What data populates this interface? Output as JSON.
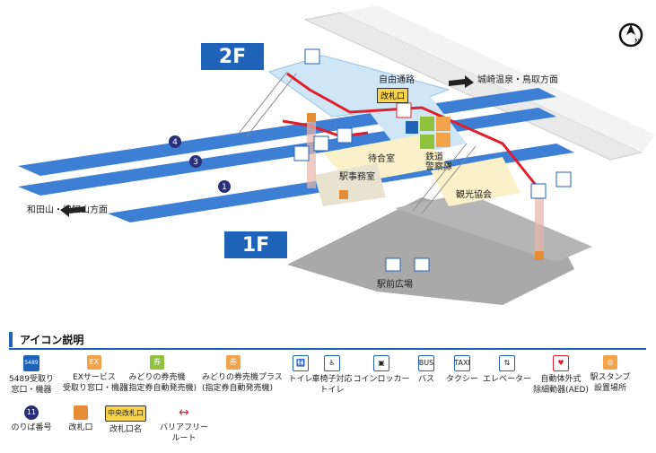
{
  "floors": {
    "upper": "2F",
    "lower": "1F"
  },
  "directions": {
    "east": "城崎温泉・鳥取方面",
    "west": "和田山・福知山方面"
  },
  "places": {
    "free_passage": "自由通路",
    "waiting_room": "待合室",
    "station_office": "駅事務室",
    "railway_police": "鉄道\n警察隊",
    "tourism_association": "観光協会",
    "station_plaza": "駅前広場"
  },
  "ticket_gate_tag": "改札口",
  "platforms": [
    "4",
    "3",
    "1"
  ],
  "compass_label": "N",
  "legend": {
    "title": "アイコン説明",
    "items": [
      {
        "icon_text": "5489",
        "label": "5489受取り\n窓口・機器",
        "icon": "5489-counter-icon"
      },
      {
        "icon_text": "EX",
        "label": "EXサービス\n受取り窓口・機器",
        "icon": "ex-service-icon"
      },
      {
        "icon_text": "券",
        "label": "みどりの券売機\n(指定券自動発売機)",
        "icon": "midori-ticket-machine-icon"
      },
      {
        "icon_text": "券",
        "label": "みどりの券売機プラス\n(指定券自動発売機)",
        "icon": "midori-ticket-machine-plus-icon"
      },
      {
        "icon_text": "🚻",
        "label": "トイレ",
        "icon": "toilet-icon"
      },
      {
        "icon_text": "♿",
        "label": "車椅子対応\nトイレ",
        "icon": "wheelchair-toilet-icon"
      },
      {
        "icon_text": "▣",
        "label": "コインロッカー",
        "icon": "coin-locker-icon"
      },
      {
        "icon_text": "BUS",
        "label": "バス",
        "icon": "bus-icon"
      },
      {
        "icon_text": "TAXI",
        "label": "タクシー",
        "icon": "taxi-icon"
      },
      {
        "icon_text": "⇅",
        "label": "エレベーター",
        "icon": "elevator-icon"
      },
      {
        "icon_text": "♥",
        "label": "自動体外式\n除細動器(AED)",
        "icon": "aed-icon"
      },
      {
        "icon_text": "◎",
        "label": "駅スタンプ\n設置場所",
        "icon": "station-stamp-icon"
      },
      {
        "icon_text": "11",
        "label": "のりば番号",
        "icon": "platform-number-icon"
      },
      {
        "icon_text": "▲",
        "label": "改札口",
        "icon": "ticket-gate-icon"
      },
      {
        "icon_text": "中央改札口",
        "label": "改札口名",
        "icon": "gate-name-icon"
      },
      {
        "icon_text": "↔",
        "label": "バリアフリー\nルート",
        "icon": "barrier-free-route-icon"
      }
    ]
  },
  "colors": {
    "platform_blue": "#3d7fd4",
    "floor2_light": "#cfe6f7",
    "concourse_gray": "#a9a9a9",
    "route_red": "#e01f2d",
    "room_yellow": "#fbf1c9"
  }
}
